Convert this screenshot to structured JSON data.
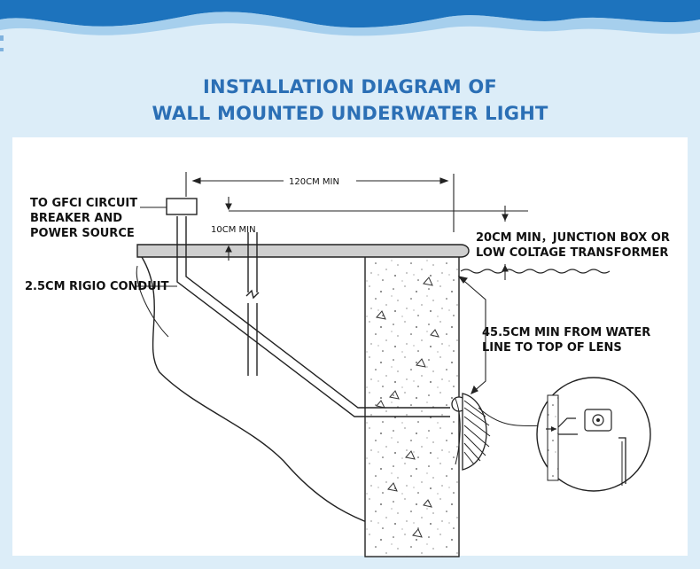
{
  "title": {
    "line1": "INSTALLATION DIAGRAM OF",
    "line2": "WALL MOUNTED UNDERWATER LIGHT"
  },
  "labels": {
    "gfci_line1": "TO GFCI CIRCUIT",
    "gfci_line2": "BREAKER AND",
    "gfci_line3": "POWER SOURCE",
    "dim_120": "120CM MIN",
    "dim_10": "10CM MIN",
    "junction_line1": "20CM MIN，JUNCTION BOX OR",
    "junction_line2": "LOW COLTAGE TRANSFORMER",
    "conduit": "2.5CM RIGIO CONDUIT",
    "water_line1": "45.5CM MIN FROM WATER",
    "water_line2": "LINE TO TOP OF LENS"
  },
  "colors": {
    "title": "#2b6fb5",
    "wave": "#1d73bd",
    "background": "#dcedf8",
    "panel": "#ffffff"
  }
}
